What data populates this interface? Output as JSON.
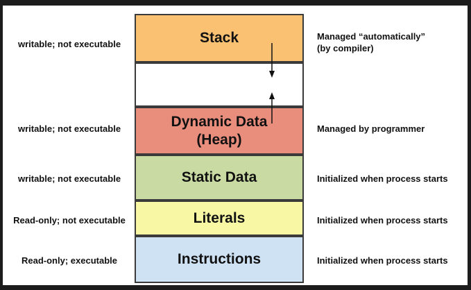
{
  "memory_map": {
    "rows": [
      {
        "id": "stack",
        "permissions": "writable; not executable",
        "block_label": "Stack",
        "management_line1": "Managed “automatically”",
        "management_line2": "(by compiler)",
        "fill": "#FAC172"
      },
      {
        "id": "heap",
        "permissions": "writable; not executable",
        "block_label_line1": "Dynamic Data",
        "block_label_line2": "(Heap)",
        "management": "Managed by programmer",
        "fill": "#E98D7C"
      },
      {
        "id": "static-data",
        "permissions": "writable; not executable",
        "block_label": "Static Data",
        "management": "Initialized when process starts",
        "fill": "#C9DAA3"
      },
      {
        "id": "literals",
        "permissions": "Read-only; not executable",
        "block_label": "Literals",
        "management": "Initialized when process starts",
        "fill": "#F7F7A4"
      },
      {
        "id": "instructions",
        "permissions": "Read-only; executable",
        "block_label": "Instructions",
        "management": "Initialized when process starts",
        "fill": "#CEE2F4"
      }
    ],
    "gap_fill": "#FFFFFF",
    "arrow_color": "#111111",
    "border_color": "#3a3a3a",
    "arrows": [
      {
        "id": "stack-grows-down",
        "direction": "down"
      },
      {
        "id": "heap-grows-up",
        "direction": "up"
      }
    ]
  }
}
